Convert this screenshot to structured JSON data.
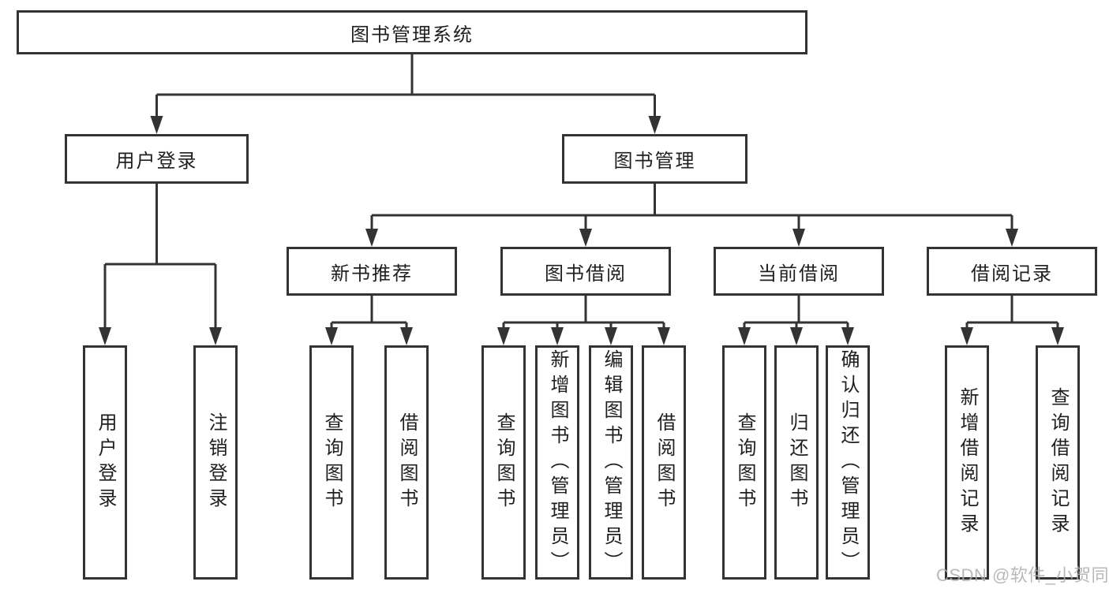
{
  "tree": {
    "root": {
      "label": "图书管理系统",
      "children": [
        {
          "label": "用户登录",
          "children": [
            {
              "label": "用户登录"
            },
            {
              "label": "注销登录"
            }
          ]
        },
        {
          "label": "图书管理",
          "children": [
            {
              "label": "新书推荐",
              "children": [
                {
                  "label": "查询图书"
                },
                {
                  "label": "借阅图书"
                }
              ]
            },
            {
              "label": "图书借阅",
              "children": [
                {
                  "label": "查询图书"
                },
                {
                  "label": "新增图书（管理员）"
                },
                {
                  "label": "编辑图书（管理员）"
                },
                {
                  "label": "借阅图书"
                }
              ]
            },
            {
              "label": "当前借阅",
              "children": [
                {
                  "label": "查询图书"
                },
                {
                  "label": "归还图书"
                },
                {
                  "label": "确认归还（管理员）"
                }
              ]
            },
            {
              "label": "借阅记录",
              "children": [
                {
                  "label": "新增借阅记录"
                },
                {
                  "label": "查询借阅记录"
                }
              ]
            }
          ]
        }
      ]
    }
  },
  "watermark": {
    "text": "CSDN @软件_小贺同学"
  },
  "colors": {
    "line": "#333333",
    "box_border": "#333333",
    "text": "#1f1f1f",
    "watermark": "#adadad",
    "background": "#ffffff"
  }
}
